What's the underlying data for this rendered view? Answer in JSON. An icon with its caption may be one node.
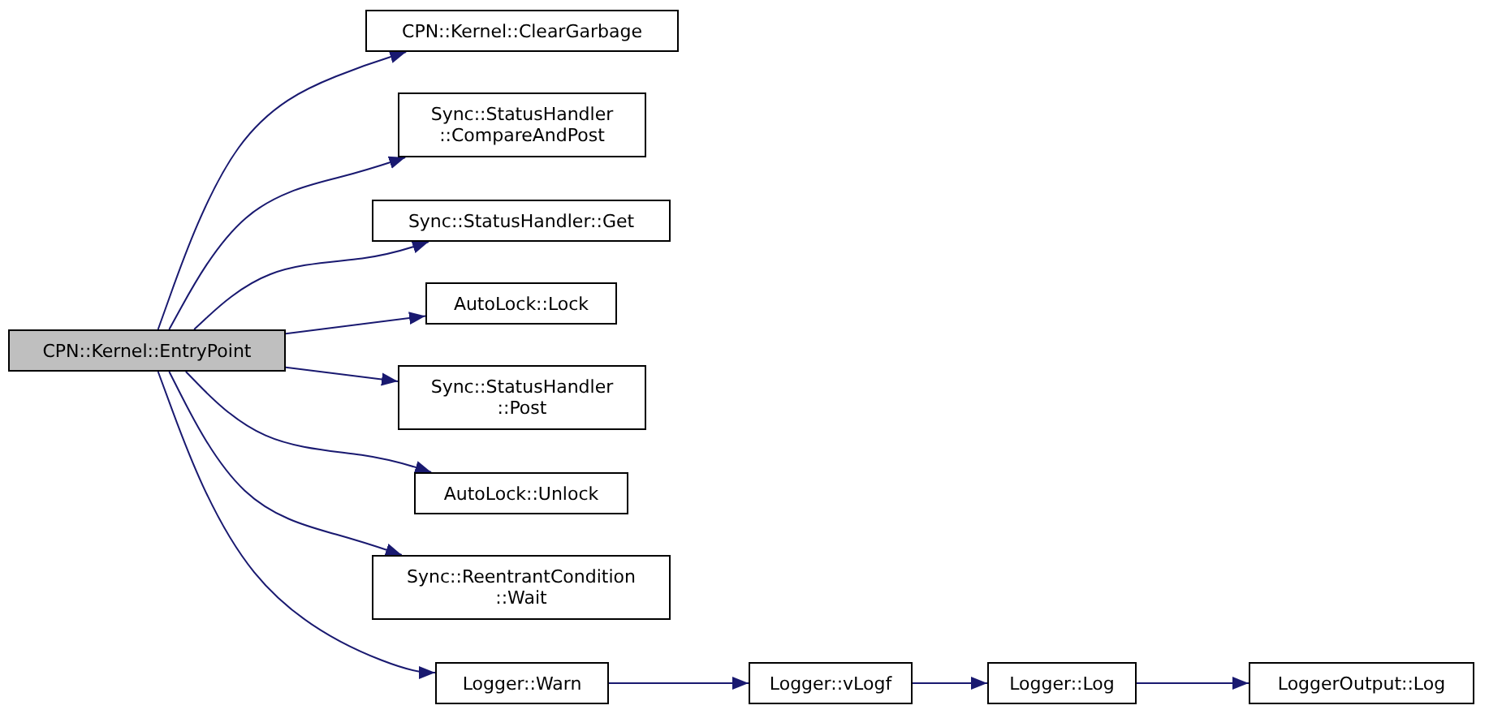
{
  "diagram": {
    "nodes": [
      {
        "text": [
          "CPN::Kernel::EntryPoint"
        ]
      },
      {
        "text": [
          "CPN::Kernel::ClearGarbage"
        ]
      },
      {
        "text": [
          "Sync::StatusHandler ::CompareAndPost"
        ]
      },
      {
        "text": [
          "Sync::StatusHandler::Get"
        ]
      },
      {
        "text": [
          "AutoLock::Lock"
        ]
      },
      {
        "text": [
          "Sync::StatusHandler ::Post"
        ]
      },
      {
        "text": [
          "AutoLock::Unlock"
        ]
      },
      {
        "text": [
          "Sync::ReentrantCondition ::Wait"
        ]
      },
      {
        "text": [
          "Logger::Warn"
        ]
      },
      {
        "text": [
          "Logger::vLogf"
        ]
      },
      {
        "text": [
          "Logger::Log"
        ]
      },
      {
        "text": [
          "LoggerOutput::Log"
        ]
      }
    ],
    "edges": [
      {
        "from": 0,
        "to": 1,
        "arrow": "to"
      },
      {
        "from": 0,
        "to": 2,
        "arrow": "to"
      },
      {
        "from": 0,
        "to": 3,
        "arrow": "to"
      },
      {
        "from": 0,
        "to": 4,
        "arrow": "to"
      },
      {
        "from": 0,
        "to": 5,
        "arrow": "to"
      },
      {
        "from": 0,
        "to": 6,
        "arrow": "to"
      },
      {
        "from": 0,
        "to": 7,
        "arrow": "to"
      },
      {
        "from": 0,
        "to": 8,
        "arrow": "to"
      },
      {
        "from": 8,
        "to": 9,
        "arrow": "to"
      },
      {
        "from": 9,
        "to": 10,
        "arrow": "to"
      },
      {
        "from": 10,
        "to": 11,
        "arrow": "to"
      }
    ]
  }
}
